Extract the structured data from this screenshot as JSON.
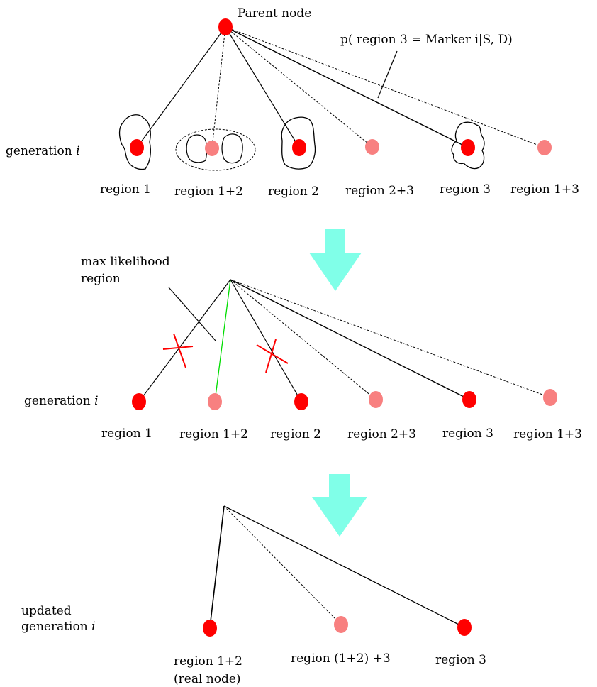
{
  "colors": {
    "real_node": "#ff0000",
    "virtual_node": "#f88080",
    "arrow": "#80ffe8",
    "selected_edge": "#00dd00",
    "reject_mark": "#ff0000",
    "line": "#000000"
  },
  "panel1": {
    "parent_label": "Parent node",
    "probability_label": "p( region 3 = Marker i|S, D)",
    "generation_label": "generation",
    "generation_var": "i",
    "regions": [
      "region 1",
      "region 1+2",
      "region 2",
      "region 2+3",
      "region 3",
      "region 1+3"
    ]
  },
  "panel2": {
    "max_label_line1": "max likelihood",
    "max_label_line2": "region",
    "generation_label": "generation",
    "generation_var": "i",
    "regions": [
      "region 1",
      "region 1+2",
      "region 2",
      "region 2+3",
      "region 3",
      "region 1+3"
    ]
  },
  "panel3": {
    "generation_line1": "updated",
    "generation_line2": "generation",
    "generation_var": "i",
    "regions": [
      "region 1+2",
      "region (1+2) +3",
      "region 3"
    ],
    "real_node_note": "(real node)"
  }
}
